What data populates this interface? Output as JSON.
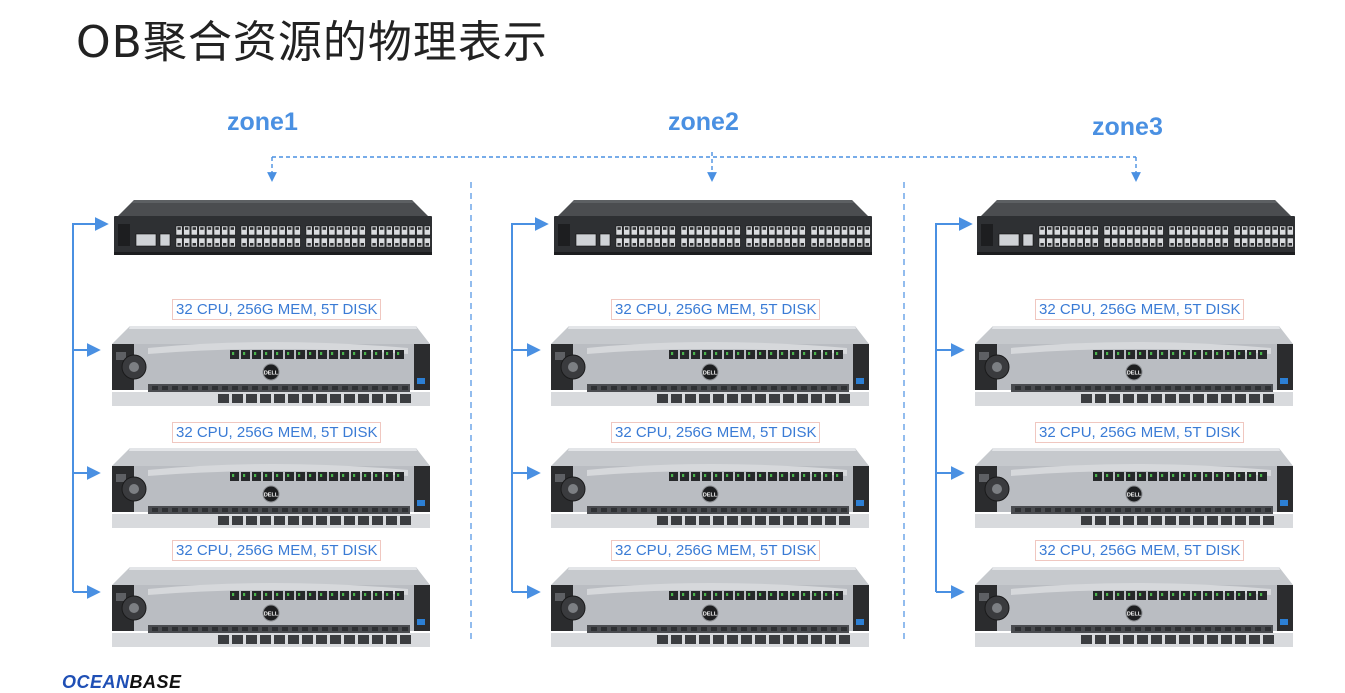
{
  "title": "OB聚合资源的物理表示",
  "logo": {
    "part1": "OCEAN",
    "part2": "BASE"
  },
  "colors": {
    "accent": "#4a90e2",
    "spec_text": "#3a7bd5",
    "switch_body": "#3a3a3a",
    "server_body": "#b9bcc1"
  },
  "zones": [
    {
      "name": "zone1",
      "switch": "switch",
      "servers": [
        {
          "spec": "32 CPU, 256G MEM, 5T DISK",
          "vendor": "DELL"
        },
        {
          "spec": "32 CPU, 256G MEM, 5T DISK",
          "vendor": "DELL"
        },
        {
          "spec": "32 CPU, 256G MEM, 5T DISK",
          "vendor": "DELL"
        }
      ]
    },
    {
      "name": "zone2",
      "switch": "switch",
      "servers": [
        {
          "spec": "32 CPU, 256G MEM, 5T DISK",
          "vendor": "DELL"
        },
        {
          "spec": "32 CPU, 256G MEM, 5T DISK",
          "vendor": "DELL"
        },
        {
          "spec": "32 CPU, 256G MEM, 5T DISK",
          "vendor": "DELL"
        }
      ]
    },
    {
      "name": "zone3",
      "switch": "switch",
      "servers": [
        {
          "spec": "32 CPU, 256G MEM, 5T DISK",
          "vendor": "DELL"
        },
        {
          "spec": "32 CPU, 256G MEM, 5T DISK",
          "vendor": "DELL"
        },
        {
          "spec": "32 CPU, 256G MEM, 5T DISK",
          "vendor": "DELL"
        }
      ]
    }
  ]
}
